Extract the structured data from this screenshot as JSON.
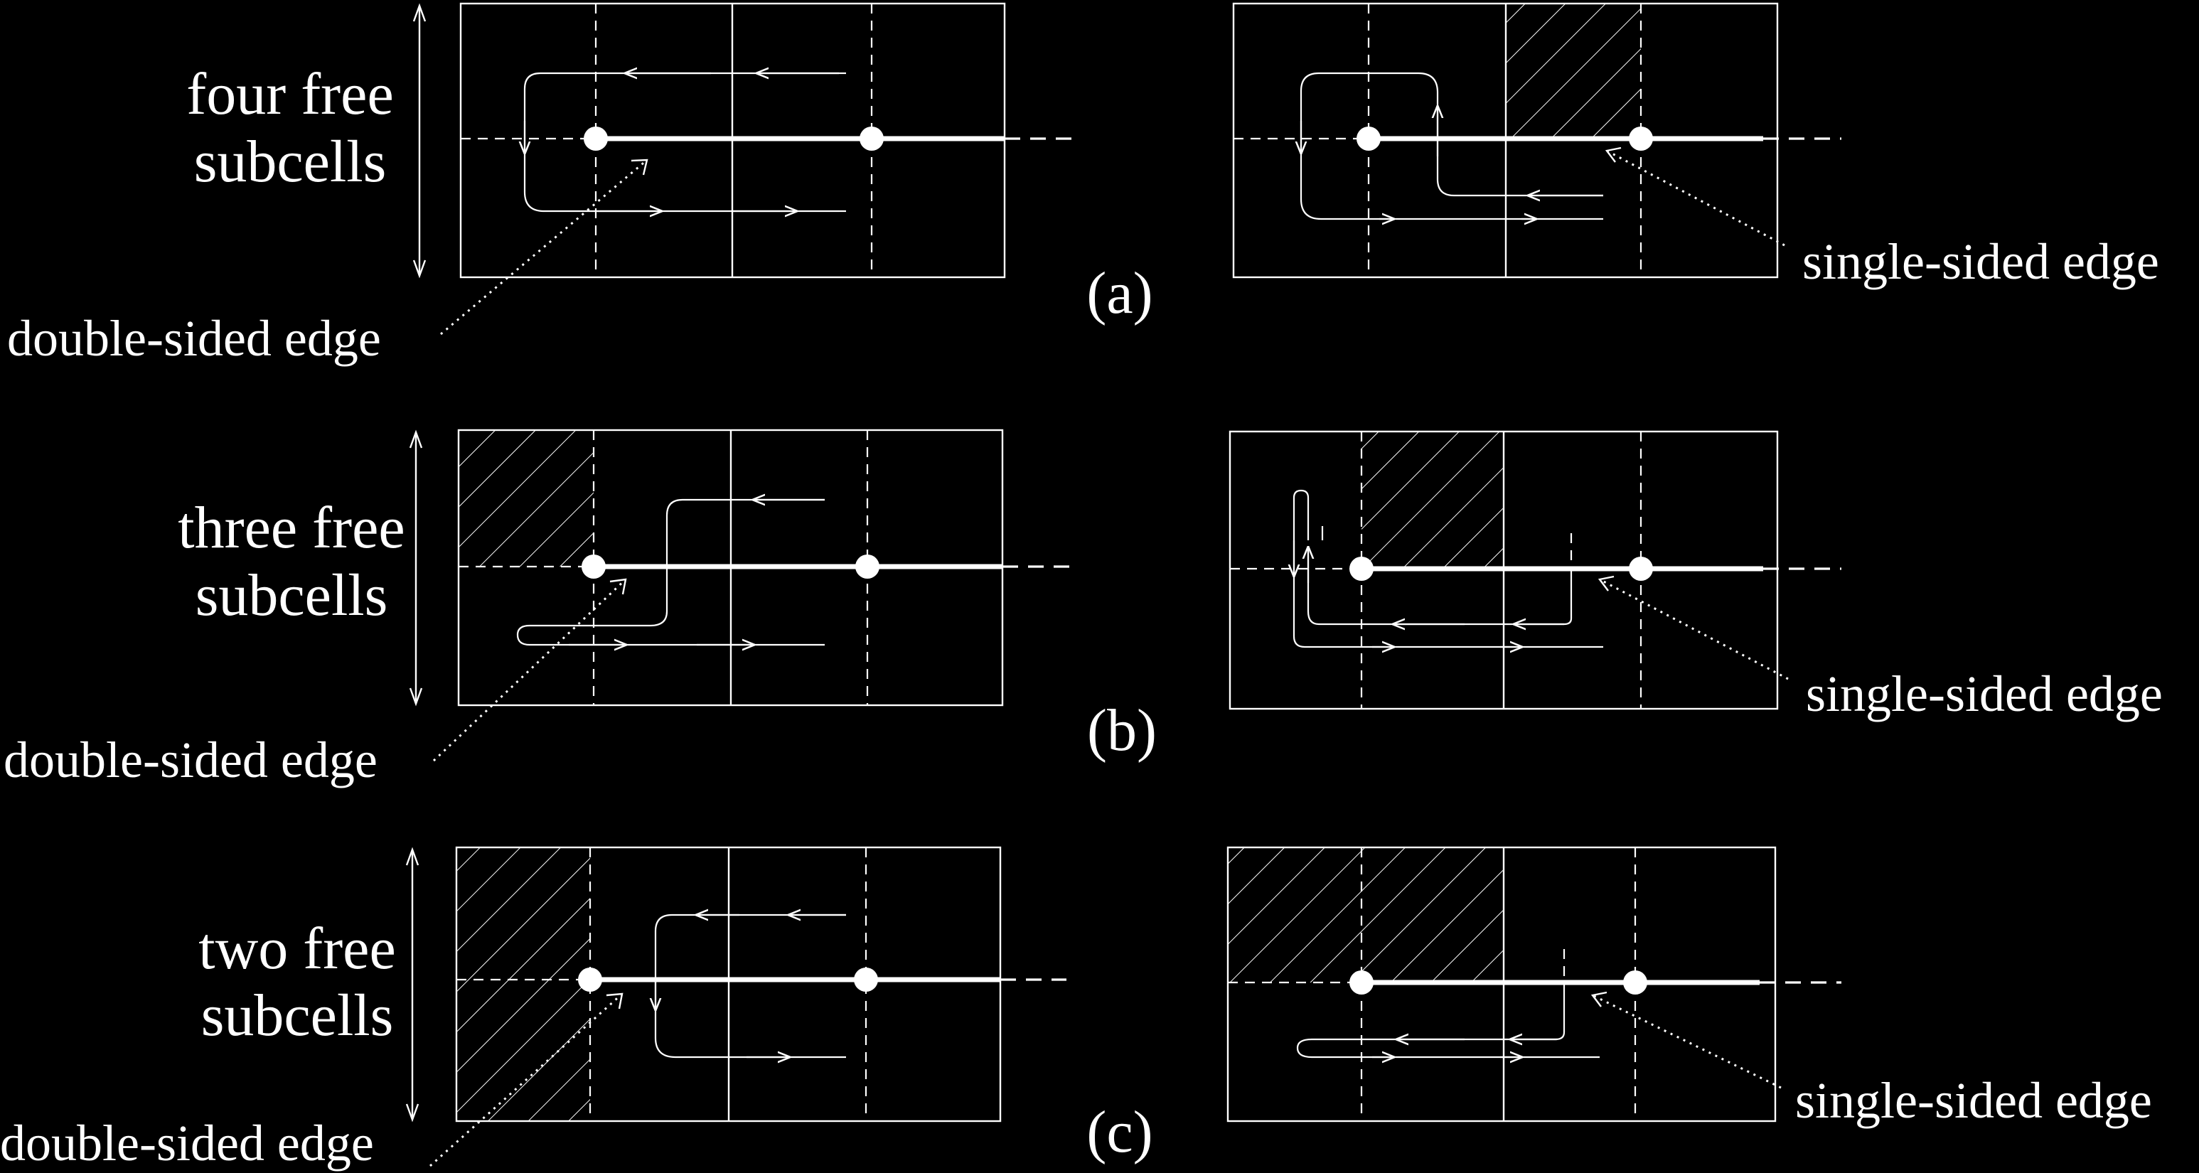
{
  "rows": [
    {
      "id": "a",
      "row_label_line1": "four free",
      "row_label_line2": "subcells",
      "panel_tag": "(a)",
      "left_caption": "double-sided edge",
      "right_caption": "single-sided edge"
    },
    {
      "id": "b",
      "row_label_line1": "three free",
      "row_label_line2": "subcells",
      "panel_tag": "(b)",
      "left_caption": "double-sided edge",
      "right_caption": "single-sided edge"
    },
    {
      "id": "c",
      "row_label_line1": "two free",
      "row_label_line2": "subcells",
      "panel_tag": "(c)",
      "left_caption": "double-sided edge",
      "right_caption": "single-sided edge"
    }
  ],
  "colors": {
    "background": "#000000",
    "foreground": "#ffffff"
  }
}
